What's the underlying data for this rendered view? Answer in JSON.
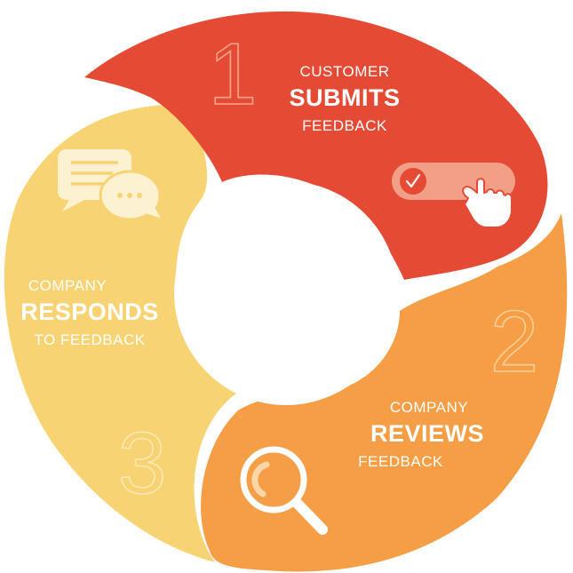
{
  "diagram": {
    "steps": [
      {
        "number": "1",
        "line1": "CUSTOMER",
        "line2": "SUBMITS",
        "line3": "FEEDBACK",
        "color": "#E54B34",
        "icon": "toggle-hand-icon"
      },
      {
        "number": "2",
        "line1": "COMPANY",
        "line2": "REVIEWS",
        "line3": "FEEDBACK",
        "color": "#F59E45",
        "icon": "magnifier-icon"
      },
      {
        "number": "3",
        "line1": "COMPANY",
        "line2": "RESPONDS",
        "line3": "TO FEEDBACK",
        "color": "#F7D373",
        "icon": "chat-bubbles-icon"
      }
    ]
  }
}
